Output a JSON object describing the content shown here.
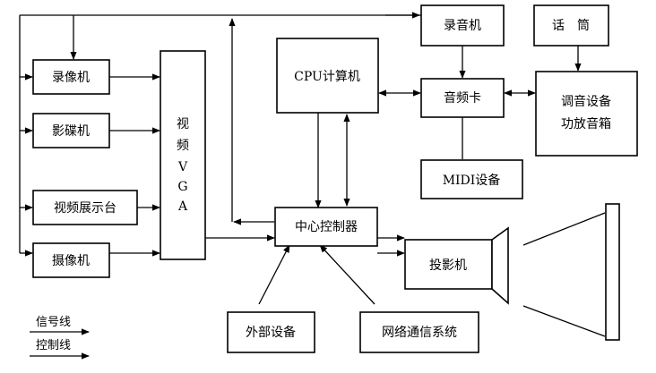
{
  "nodes": {
    "vcr": "录像机",
    "vcd": "影碟机",
    "visualizer": "视频展示台",
    "camera": "摄像机",
    "video_vga": [
      "视",
      "频",
      "V",
      "G",
      "A"
    ],
    "cpu": "CPU计算机",
    "recorder": "录音机",
    "mic": "话　筒",
    "soundcard": "音频卡",
    "amp_line1": "调音设备",
    "amp_line2": "功放音箱",
    "midi": "MIDI设备",
    "controller": "中心控制器",
    "projector": "投影机",
    "external": "外部设备",
    "network": "网络通信系统"
  },
  "legend": {
    "signal": "信号线",
    "control": "控制线"
  }
}
